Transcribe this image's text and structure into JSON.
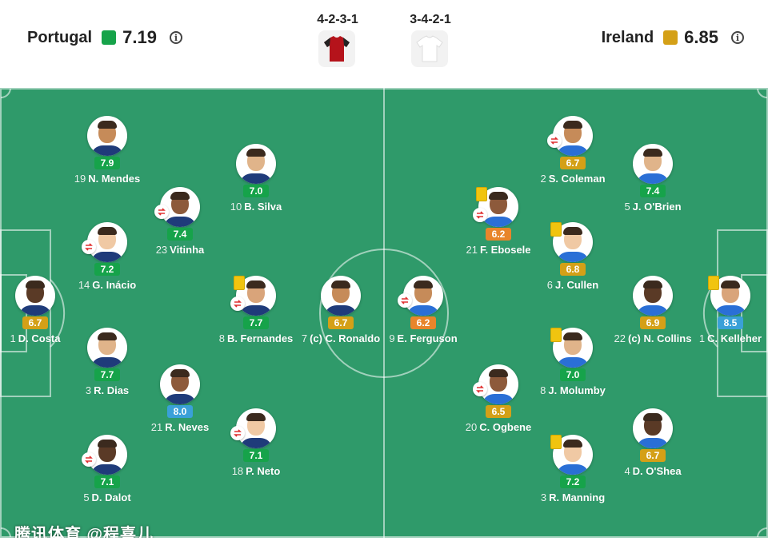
{
  "colors": {
    "pitch": "#2f9a6a",
    "rating_green": "#16a34a",
    "rating_yellow": "#d4a017",
    "rating_orange": "#e8852b",
    "rating_blue": "#3aa0d8",
    "portugal_kit": "#b5131b",
    "ireland_kit": "#ffffff"
  },
  "home": {
    "name": "Portugal",
    "rating": "7.19",
    "rating_color": "green",
    "formation": "4-2-3-1",
    "info_icon": "i"
  },
  "away": {
    "name": "Ireland",
    "rating": "6.85",
    "rating_color": "yellow",
    "formation": "3-4-2-1",
    "info_icon": "i"
  },
  "home_players": [
    {
      "num": "19",
      "name": "N. Mendes",
      "rating": "7.9",
      "rating_color": "green",
      "sub": false,
      "card": false
    },
    {
      "num": "10",
      "name": "B. Silva",
      "rating": "7.0",
      "rating_color": "green",
      "sub": false,
      "card": false
    },
    {
      "num": "23",
      "name": "Vitinha",
      "rating": "7.4",
      "rating_color": "green",
      "sub": true,
      "card": false
    },
    {
      "num": "14",
      "name": "G. Inácio",
      "rating": "7.2",
      "rating_color": "green",
      "sub": true,
      "card": false
    },
    {
      "num": "1",
      "name": "D. Costa",
      "rating": "6.7",
      "rating_color": "yellow",
      "sub": false,
      "card": false
    },
    {
      "num": "8",
      "name": "B. Fernandes",
      "rating": "7.7",
      "rating_color": "green",
      "sub": true,
      "card": true
    },
    {
      "num": "7",
      "name": "(c) C. Ronaldo",
      "rating": "6.7",
      "rating_color": "yellow",
      "sub": false,
      "card": false
    },
    {
      "num": "3",
      "name": "R. Dias",
      "rating": "7.7",
      "rating_color": "green",
      "sub": false,
      "card": false
    },
    {
      "num": "21",
      "name": "R. Neves",
      "rating": "8.0",
      "rating_color": "blue",
      "sub": false,
      "card": false
    },
    {
      "num": "18",
      "name": "P. Neto",
      "rating": "7.1",
      "rating_color": "green",
      "sub": true,
      "card": false
    },
    {
      "num": "5",
      "name": "D. Dalot",
      "rating": "7.1",
      "rating_color": "green",
      "sub": true,
      "card": false
    }
  ],
  "away_players": [
    {
      "num": "2",
      "name": "S. Coleman",
      "rating": "6.7",
      "rating_color": "yellow",
      "sub": true,
      "card": false
    },
    {
      "num": "5",
      "name": "J. O'Brien",
      "rating": "7.4",
      "rating_color": "green",
      "sub": false,
      "card": false
    },
    {
      "num": "21",
      "name": "F. Ebosele",
      "rating": "6.2",
      "rating_color": "orange",
      "sub": true,
      "card": true
    },
    {
      "num": "6",
      "name": "J. Cullen",
      "rating": "6.8",
      "rating_color": "yellow",
      "sub": false,
      "card": true
    },
    {
      "num": "22",
      "name": "(c) N. Collins",
      "rating": "6.9",
      "rating_color": "yellow",
      "sub": false,
      "card": false
    },
    {
      "num": "1",
      "name": "C. Kelleher",
      "rating": "8.5",
      "rating_color": "blue",
      "sub": false,
      "card": true
    },
    {
      "num": "9",
      "name": "E. Ferguson",
      "rating": "6.2",
      "rating_color": "orange",
      "sub": true,
      "card": false
    },
    {
      "num": "8",
      "name": "J. Molumby",
      "rating": "7.0",
      "rating_color": "green",
      "sub": false,
      "card": true
    },
    {
      "num": "20",
      "name": "C. Ogbene",
      "rating": "6.5",
      "rating_color": "yellow",
      "sub": true,
      "card": false
    },
    {
      "num": "3",
      "name": "R. Manning",
      "rating": "7.2",
      "rating_color": "green",
      "sub": false,
      "card": true
    },
    {
      "num": "4",
      "name": "D. O'Shea",
      "rating": "6.7",
      "rating_color": "yellow",
      "sub": false,
      "card": false
    }
  ],
  "watermark": "腾讯体育 @程喜儿"
}
